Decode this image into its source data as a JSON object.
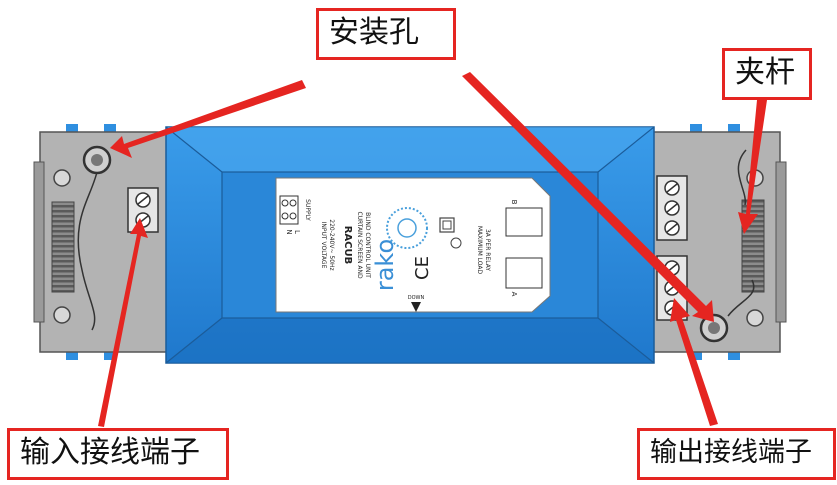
{
  "callouts": {
    "mounting_hole": "安装孔",
    "clamp_bar": "夹杆",
    "input_terminal": "输入接线端子",
    "output_terminal": "输出接线端子"
  },
  "label": {
    "supply": "SUPPLY",
    "n": "N",
    "l": "L",
    "input_voltage_line1": "INPUT VOLTAGE",
    "input_voltage_line2": "220-240V~ 50Hz",
    "model": "RACUB",
    "description_line1": "CURTAIN SCREEN AND",
    "description_line2": "BLIND CONTROL UNIT",
    "brand": "rako",
    "ce": "CE",
    "max_load_line1": "MAXIMUM LOAD",
    "max_load_line2": "3A PER RELAY",
    "relay_b": "B",
    "relay_a": "A",
    "down": "DOWN"
  },
  "colors": {
    "blue_body": "#2f8fe0",
    "arrow_red": "#e52521",
    "housing_grey": "#b3b3b3"
  }
}
